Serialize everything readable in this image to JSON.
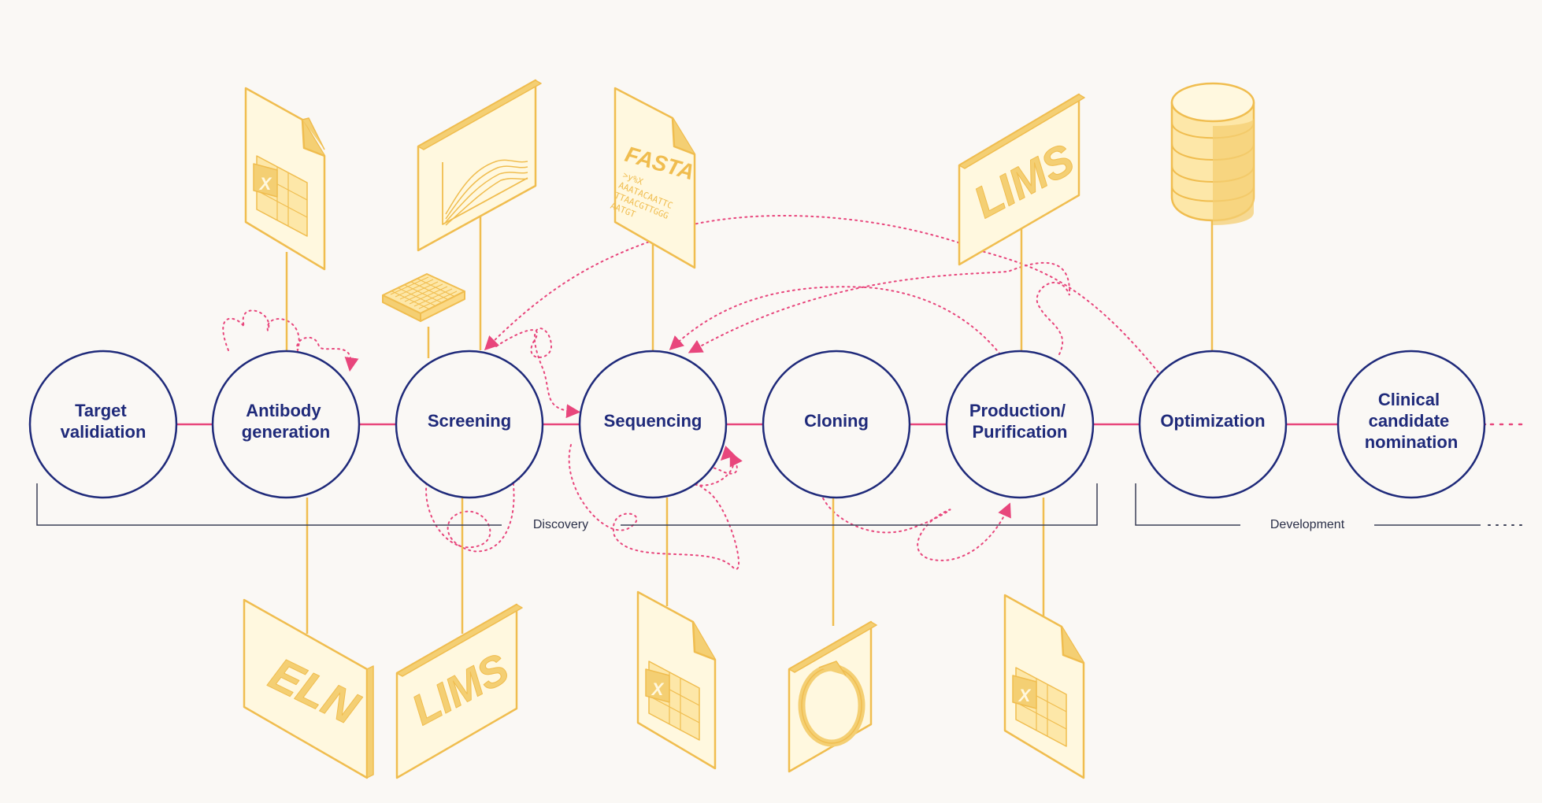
{
  "colors": {
    "navy": "#1f2a7a",
    "pink": "#e8467c",
    "yellow_stroke": "#f0bd4f",
    "yellow_fill": "#fff8df",
    "yellow_dark": "#f4cf73",
    "phase_line": "#3a3f56",
    "background": "#faf8f5"
  },
  "stages": [
    {
      "id": "target-validation",
      "lines": [
        "Target",
        "validiation"
      ]
    },
    {
      "id": "antibody-generation",
      "lines": [
        "Antibody",
        "generation"
      ]
    },
    {
      "id": "screening",
      "lines": [
        "Screening"
      ]
    },
    {
      "id": "sequencing",
      "lines": [
        "Sequencing"
      ]
    },
    {
      "id": "cloning",
      "lines": [
        "Cloning"
      ]
    },
    {
      "id": "production-purification",
      "lines": [
        "Production/",
        "Purification"
      ]
    },
    {
      "id": "optimization",
      "lines": [
        "Optimization"
      ]
    },
    {
      "id": "clinical-candidate-nomination",
      "lines": [
        "Clinical",
        "candidate",
        "nomination"
      ]
    }
  ],
  "phases": {
    "discovery": "Discovery",
    "development": "Development"
  },
  "tiles": {
    "fasta_title": "FASTA",
    "fasta_lines": [
      ">y%X",
      "AAATACAATTC",
      "TTAACGTTGGG",
      "AATGT"
    ],
    "lims_top": "LIMS",
    "lims_bottom": "LIMS",
    "eln": "ELN",
    "excel_mark": "X"
  },
  "icons": [
    "excel-file-icon",
    "chart-panel-icon",
    "well-plate-icon",
    "fasta-file-icon",
    "lims-panel-icon",
    "database-icon",
    "eln-panel-icon",
    "plasmid-panel-icon"
  ]
}
